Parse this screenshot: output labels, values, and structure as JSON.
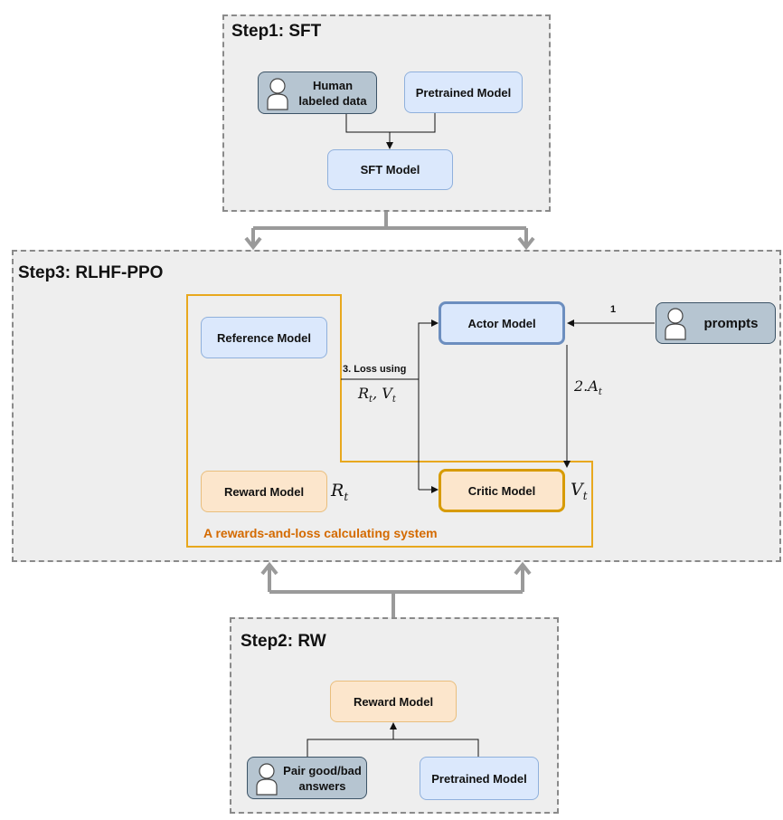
{
  "step1": {
    "title": "Step1: SFT",
    "human_data": "Human labeled data",
    "pretrained": "Pretrained Model",
    "sft": "SFT Model"
  },
  "step3": {
    "title": "Step3: RLHF-PPO",
    "reference": "Reference Model",
    "reward": "Reward Model",
    "actor": "Actor Model",
    "critic": "Critic Model",
    "prompts": "prompts",
    "system_label": "A rewards-and-loss calculating system",
    "loss_label": "3. Loss using",
    "loss_math": "R_t, V_t",
    "r_t": "R_t",
    "v_t": "V_t",
    "edge_1": "1",
    "edge_2": "2.A_t"
  },
  "step2": {
    "title": "Step2: RW",
    "reward": "Reward Model",
    "pair": "Pair good/bad answers",
    "pretrained": "Pretrained Model"
  },
  "colors": {
    "blue_fill": "#dbe8fc",
    "orange_fill": "#fce6cc",
    "gray_fill": "#b6c5d1",
    "system_border": "#e8a81e",
    "system_label": "#d46a00"
  }
}
